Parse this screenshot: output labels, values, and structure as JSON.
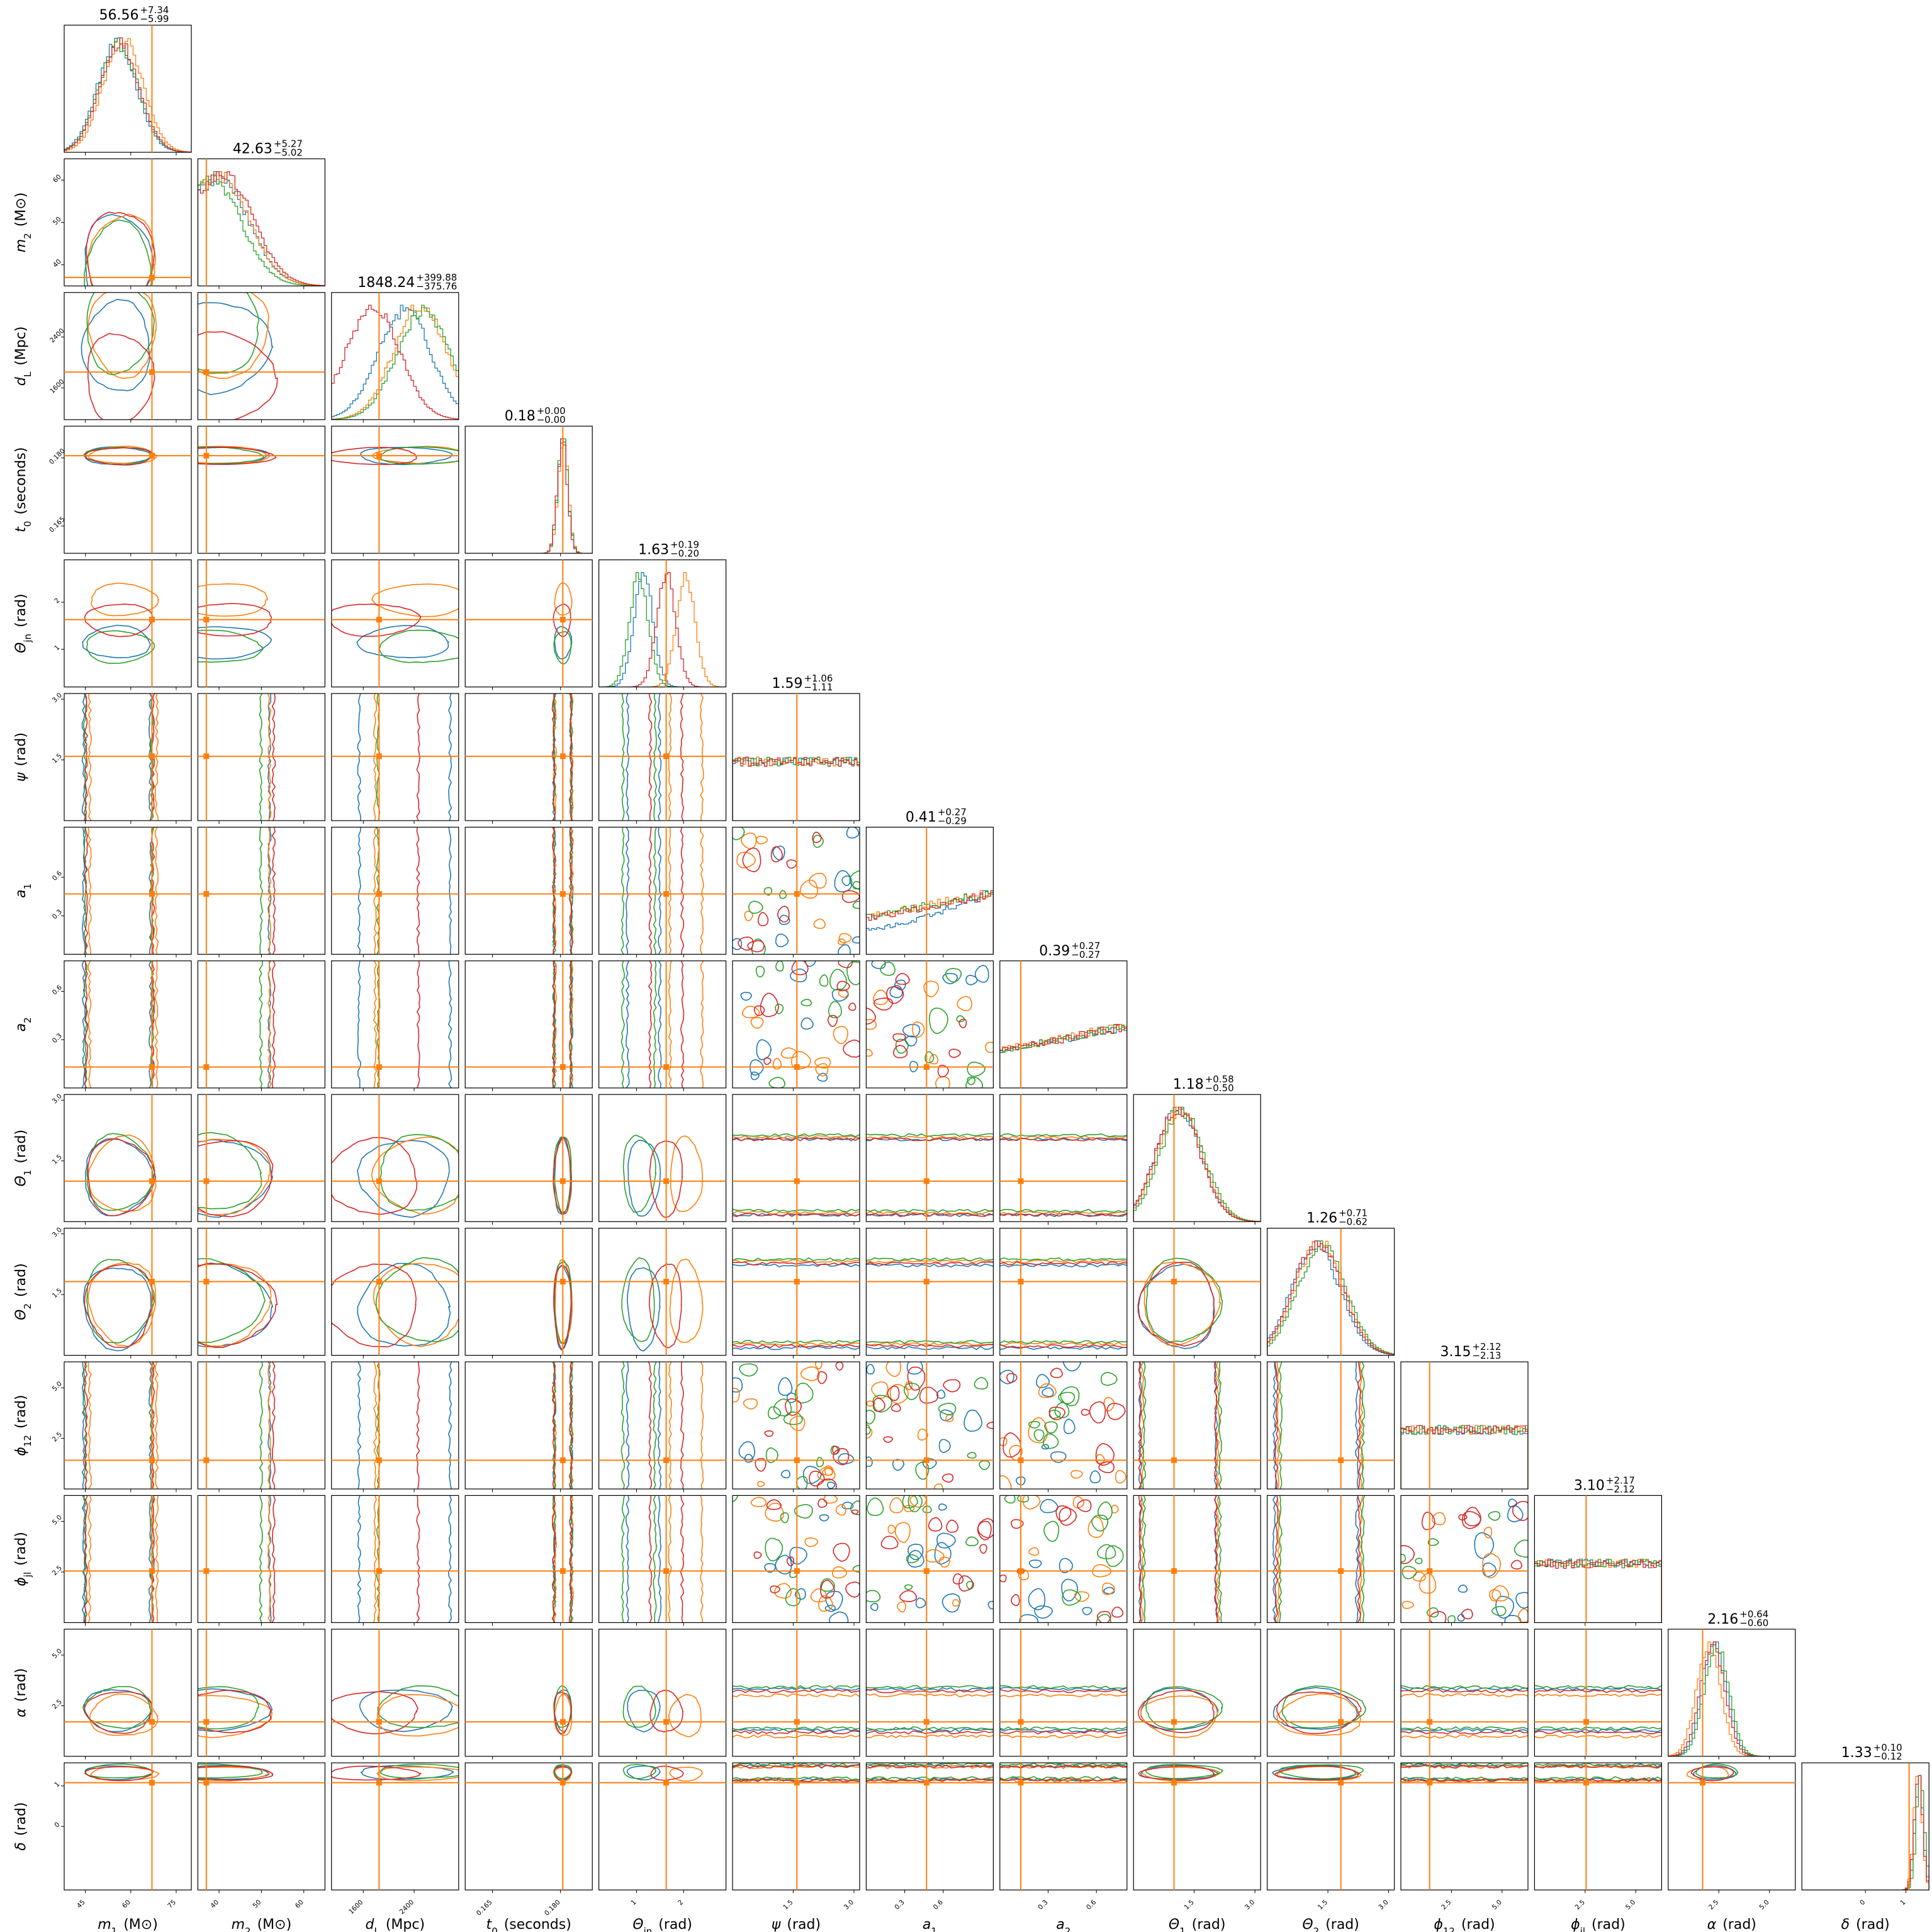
{
  "chart_data": {
    "type": "corner",
    "series_colors": [
      "#1f77b4",
      "#ff7f0e",
      "#2ca02c",
      "#d62728"
    ],
    "truth_color": "#ff7f0e",
    "parameters": [
      {
        "key": "m1",
        "label_main": "m",
        "label_sub": "1",
        "label_unit": "(M⊙)",
        "range": [
          38,
          80
        ],
        "ticks": [
          45,
          60,
          75
        ],
        "tick_labels": [
          "45",
          "60",
          "75"
        ],
        "truth": 67,
        "title": {
          "value": "56.56",
          "plus": "+7.34",
          "minus": "−5.99"
        },
        "series_peaks": [
          55.5,
          57.5,
          56.0,
          56.3
        ],
        "series_sd": 6.5
      },
      {
        "key": "m2",
        "label_main": "m",
        "label_sub": "2",
        "label_unit": "(M⊙)",
        "range": [
          35,
          65
        ],
        "ticks": [
          40,
          50,
          60
        ],
        "tick_labels": [
          "40",
          "50",
          "60"
        ],
        "truth": 37,
        "title": {
          "value": "42.63",
          "plus": "+5.27",
          "minus": "−5.02"
        },
        "series_peaks": [
          40,
          40,
          38,
          41
        ],
        "series_sd": 7
      },
      {
        "key": "dL",
        "label_main": "d",
        "label_sub": "L",
        "label_unit": "(Mpc)",
        "range": [
          1100,
          3100
        ],
        "ticks": [
          1600,
          2400
        ],
        "tick_labels": [
          "1600",
          "2400"
        ],
        "truth": 1848,
        "title": {
          "value": "1848.24",
          "plus": "+399.88",
          "minus": "−375.76"
        },
        "series_peaks": [
          2250,
          2500,
          2550,
          1750
        ],
        "series_sd": 420
      },
      {
        "key": "t0",
        "label_main": "t",
        "label_sub": "0",
        "label_unit": "(seconds)",
        "range": [
          0.159,
          0.187
        ],
        "ticks": [
          0.165,
          0.18
        ],
        "tick_labels": [
          "0.165",
          "0.180"
        ],
        "truth": 0.1805,
        "title": {
          "value": "0.18",
          "plus": "+0.00",
          "minus": "−0.00"
        },
        "series_peaks": [
          0.1805,
          0.1806,
          0.1805,
          0.1804
        ],
        "series_sd": 0.0011
      },
      {
        "key": "theta_jn",
        "label_main": "Θ",
        "label_sub": "jn",
        "label_unit": "(rad)",
        "range": [
          0.2,
          2.9
        ],
        "ticks": [
          1,
          2
        ],
        "tick_labels": [
          "1",
          "2"
        ],
        "truth": 1.63,
        "title": {
          "value": "1.63",
          "plus": "+0.19",
          "minus": "−0.20"
        },
        "series_peaks": [
          1.15,
          2.05,
          1.05,
          1.63
        ],
        "series_sd": 0.2
      },
      {
        "key": "psi",
        "label_main": "ψ",
        "label_sub": "",
        "label_unit": "(rad)",
        "range": [
          0,
          3.14
        ],
        "ticks": [
          1.5,
          3.0
        ],
        "tick_labels": [
          "1.5",
          "3.0"
        ],
        "truth": 1.59,
        "title": {
          "value": "1.59",
          "plus": "+1.06",
          "minus": "−1.11"
        },
        "series_peaks": null,
        "series_sd": 0
      },
      {
        "key": "a1",
        "label_main": "a",
        "label_sub": "1",
        "label_unit": "",
        "range": [
          0,
          0.99
        ],
        "ticks": [
          0.3,
          0.6
        ],
        "tick_labels": [
          "0.3",
          "0.6"
        ],
        "truth": 0.47,
        "title": {
          "value": "0.41",
          "plus": "+0.27",
          "minus": "−0.29"
        },
        "series_peaks": null,
        "series_sd": 0
      },
      {
        "key": "a2",
        "label_main": "a",
        "label_sub": "2",
        "label_unit": "",
        "range": [
          0,
          0.79
        ],
        "ticks": [
          0.3,
          0.6
        ],
        "tick_labels": [
          "0.3",
          "0.6"
        ],
        "truth": 0.13,
        "title": {
          "value": "0.39",
          "plus": "+0.27",
          "minus": "−0.27"
        },
        "series_peaks": null,
        "series_sd": 0
      },
      {
        "key": "theta1",
        "label_main": "Θ",
        "label_sub": "1",
        "label_unit": "(rad)",
        "range": [
          0,
          3.14
        ],
        "ticks": [
          1.5,
          3.0
        ],
        "tick_labels": [
          "1.5",
          "3.0"
        ],
        "truth": 1.0,
        "title": {
          "value": "1.18",
          "plus": "+0.58",
          "minus": "−0.50"
        },
        "series_peaks": [
          1.1,
          1.15,
          1.2,
          1.1
        ],
        "series_sd": 0.55
      },
      {
        "key": "theta2",
        "label_main": "Θ",
        "label_sub": "2",
        "label_unit": "(rad)",
        "range": [
          0,
          3.14
        ],
        "ticks": [
          1.5,
          3.0
        ],
        "tick_labels": [
          "1.5",
          "3.0"
        ],
        "truth": 1.82,
        "title": {
          "value": "1.26",
          "plus": "+0.71",
          "minus": "−0.62"
        },
        "series_peaks": [
          1.2,
          1.3,
          1.35,
          1.25
        ],
        "series_sd": 0.6
      },
      {
        "key": "phi12",
        "label_main": "ϕ",
        "label_sub": "12",
        "label_unit": "(rad)",
        "range": [
          0,
          6.28
        ],
        "ticks": [
          2.5,
          5.0
        ],
        "tick_labels": [
          "2.5",
          "5.0"
        ],
        "truth": 1.42,
        "title": {
          "value": "3.15",
          "plus": "+2.12",
          "minus": "−2.13"
        },
        "series_peaks": null,
        "series_sd": 0
      },
      {
        "key": "phijl",
        "label_main": "ϕ",
        "label_sub": "jl",
        "label_unit": "(rad)",
        "range": [
          0,
          6.28
        ],
        "ticks": [
          2.5,
          5.0
        ],
        "tick_labels": [
          "2.5",
          "5.0"
        ],
        "truth": 2.55,
        "title": {
          "value": "3.10",
          "plus": "+2.17",
          "minus": "−2.12"
        },
        "series_peaks": null,
        "series_sd": 0
      },
      {
        "key": "alpha",
        "label_main": "α",
        "label_sub": "",
        "label_unit": "(rad)",
        "range": [
          0,
          6.28
        ],
        "ticks": [
          2.5,
          5.0
        ],
        "tick_labels": [
          "2.5",
          "5.0"
        ],
        "truth": 1.7,
        "title": {
          "value": "2.16",
          "plus": "+0.64",
          "minus": "−0.60"
        },
        "series_peaks": [
          2.3,
          2.0,
          2.4,
          2.2
        ],
        "series_sd": 0.6
      },
      {
        "key": "delta",
        "label_main": "δ",
        "label_sub": "",
        "label_unit": "(rad)",
        "range": [
          -1.57,
          1.57
        ],
        "ticks": [
          0,
          1
        ],
        "tick_labels": [
          "0",
          "1"
        ],
        "truth": 1.08,
        "title": {
          "value": "1.33",
          "plus": "+0.10",
          "minus": "−0.12"
        },
        "series_peaks": [
          1.33,
          1.3,
          1.36,
          1.31
        ],
        "series_sd": 0.1
      }
    ]
  }
}
